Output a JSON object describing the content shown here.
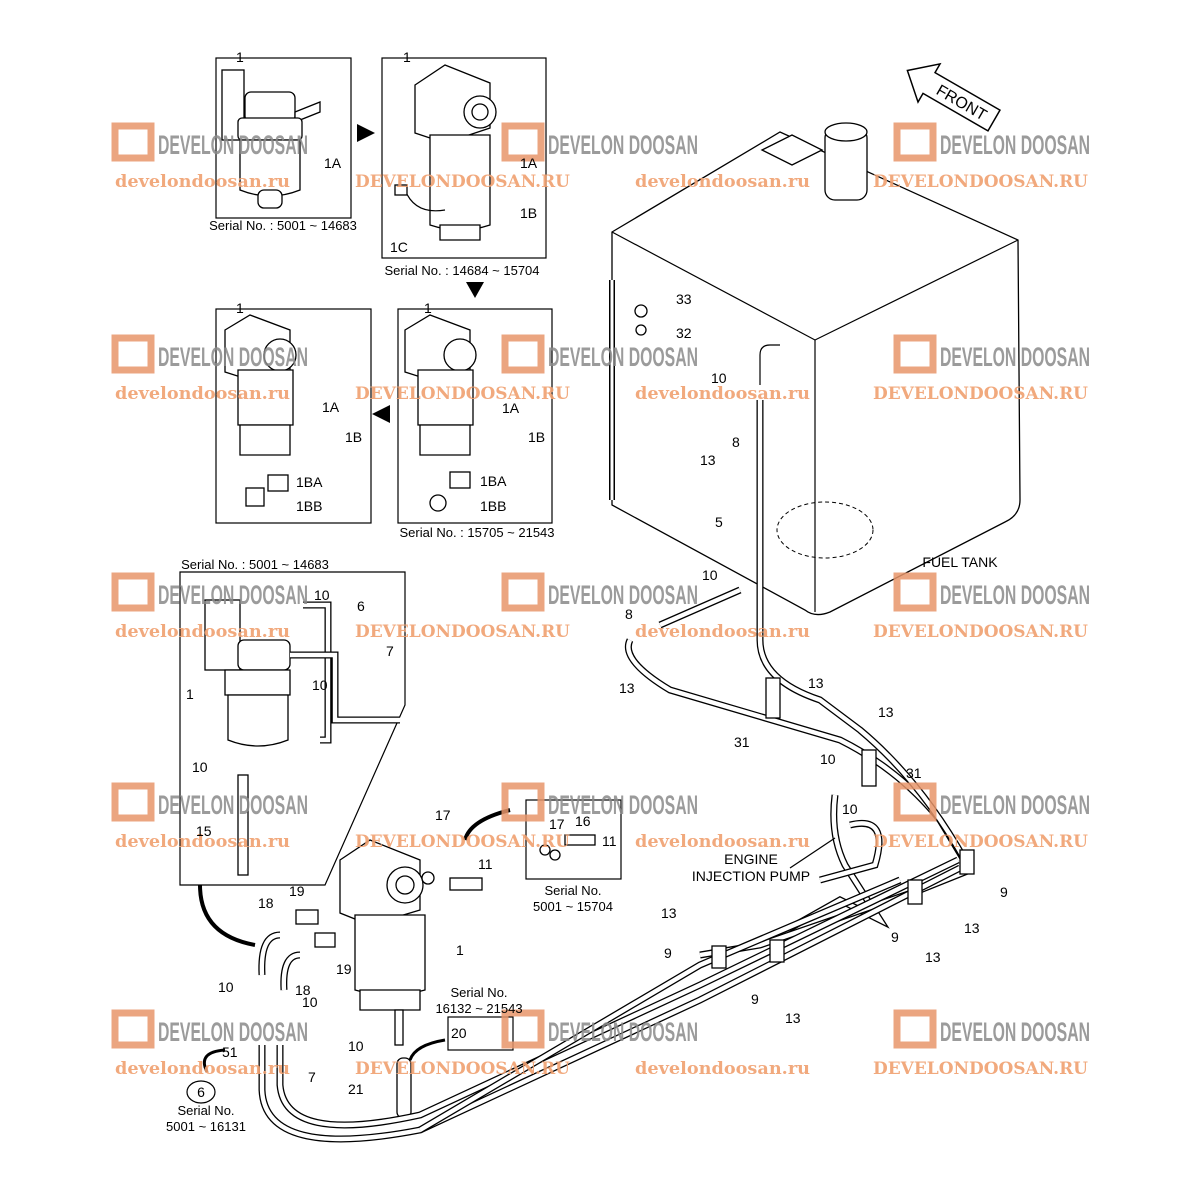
{
  "diagram": {
    "watermark": {
      "logo_text": "DEVELON DOOSAN",
      "url_lower": "develondoosan.ru",
      "url_upper": "DEVELONDOOSAN.RU",
      "logo_color": "#e8956a",
      "text_color": "#8a8a8a"
    },
    "front_arrow": "FRONT",
    "fuel_tank_label": "FUEL TANK",
    "engine_label_1": "ENGINE",
    "engine_label_2": "INJECTION PUMP",
    "serials": {
      "box1": "Serial No. : 5001 ~ 14683",
      "box2": "Serial No. : 14684 ~ 15704",
      "box4": "Serial No. : 15705 ~ 21543",
      "box5": "Serial No. : 5001 ~ 14683",
      "small_box_1": "Serial No.",
      "small_box_2": "5001 ~ 15704",
      "part20_1": "Serial No.",
      "part20_2": "16132 ~ 21543",
      "part6_1": "Serial No.",
      "part6_2": "5001 ~ 16131"
    },
    "circled_ref": "6",
    "labels": [
      "1",
      "1A",
      "1",
      "1A",
      "1B",
      "1C",
      "1",
      "1A",
      "1B",
      "1BA",
      "1BB",
      "1",
      "1A",
      "1B",
      "1BA",
      "1BB",
      "10",
      "6",
      "7",
      "10",
      "1",
      "10",
      "15",
      "17",
      "11",
      "19",
      "18",
      "19",
      "18",
      "10",
      "10",
      "1",
      "20",
      "10",
      "51",
      "7",
      "21",
      "17",
      "16",
      "11",
      "33",
      "32",
      "10",
      "8",
      "13",
      "5",
      "10",
      "8",
      "13",
      "13",
      "31",
      "13",
      "10",
      "31",
      "10",
      "13",
      "9",
      "9",
      "13",
      "9",
      "13",
      "9",
      "13"
    ]
  }
}
